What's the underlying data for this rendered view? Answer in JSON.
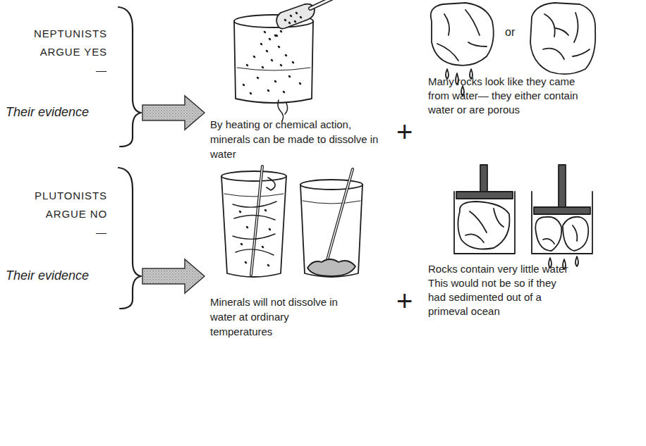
{
  "diagram": {
    "labels": [
      "NEPTUNISTS ARGUE YES—",
      "Their evidence",
      "By heating or chemical action, minerals can be made to dissolve in water",
      "+",
      "or",
      "Many rocks look like they came from water— they either contain water or are porous",
      "PLUTONISTS ARGUE NO—",
      "Their evidence",
      "Minerals will not dissolve in water at ordinary temperatures",
      "+",
      "Rocks contain very little water This would not be so if they had sedimented out of a primeval ocean"
    ]
  }
}
